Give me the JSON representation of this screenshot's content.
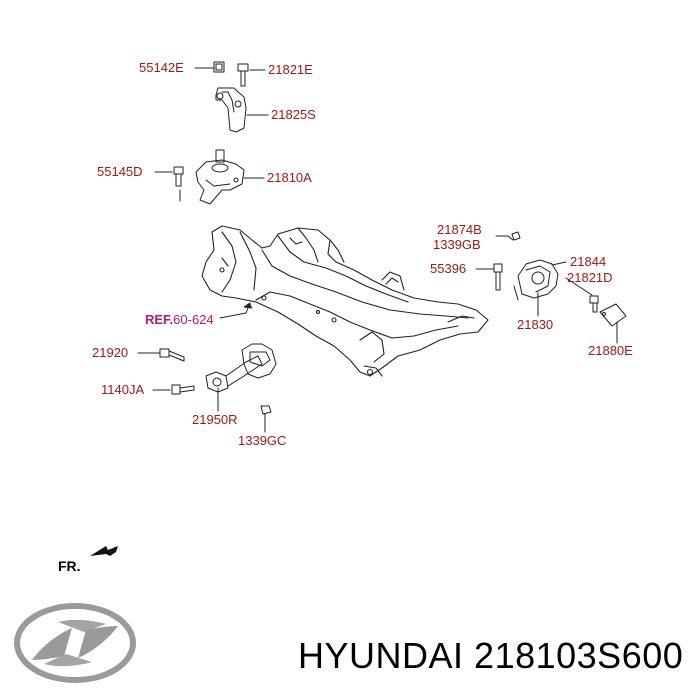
{
  "colors": {
    "label": "#a01818",
    "ref": "#b0187a",
    "line": "#222222"
  },
  "parts": {
    "p55142E": "55142E",
    "p21821E_top": "21821E",
    "p21825S": "21825S",
    "p55145D": "55145D",
    "p21810A": "21810A",
    "p21874B": "21874B",
    "p1339GB": "1339GB",
    "p55396": "55396",
    "p21844": "21844",
    "p21821D": "21821D",
    "p21830": "21830",
    "p21880E": "21880E",
    "p21920": "21920",
    "p1140JA": "1140JA",
    "p21950R": "21950R",
    "p1339GC": "1339GC"
  },
  "reference": {
    "ref_bold": "REF.",
    "ref_num": "60-624"
  },
  "direction": {
    "label": "FR."
  },
  "footer": {
    "brand": "HYUNDAI",
    "part_number": "218103S600"
  },
  "logo": {
    "icon": "hyundai-logo-icon"
  }
}
